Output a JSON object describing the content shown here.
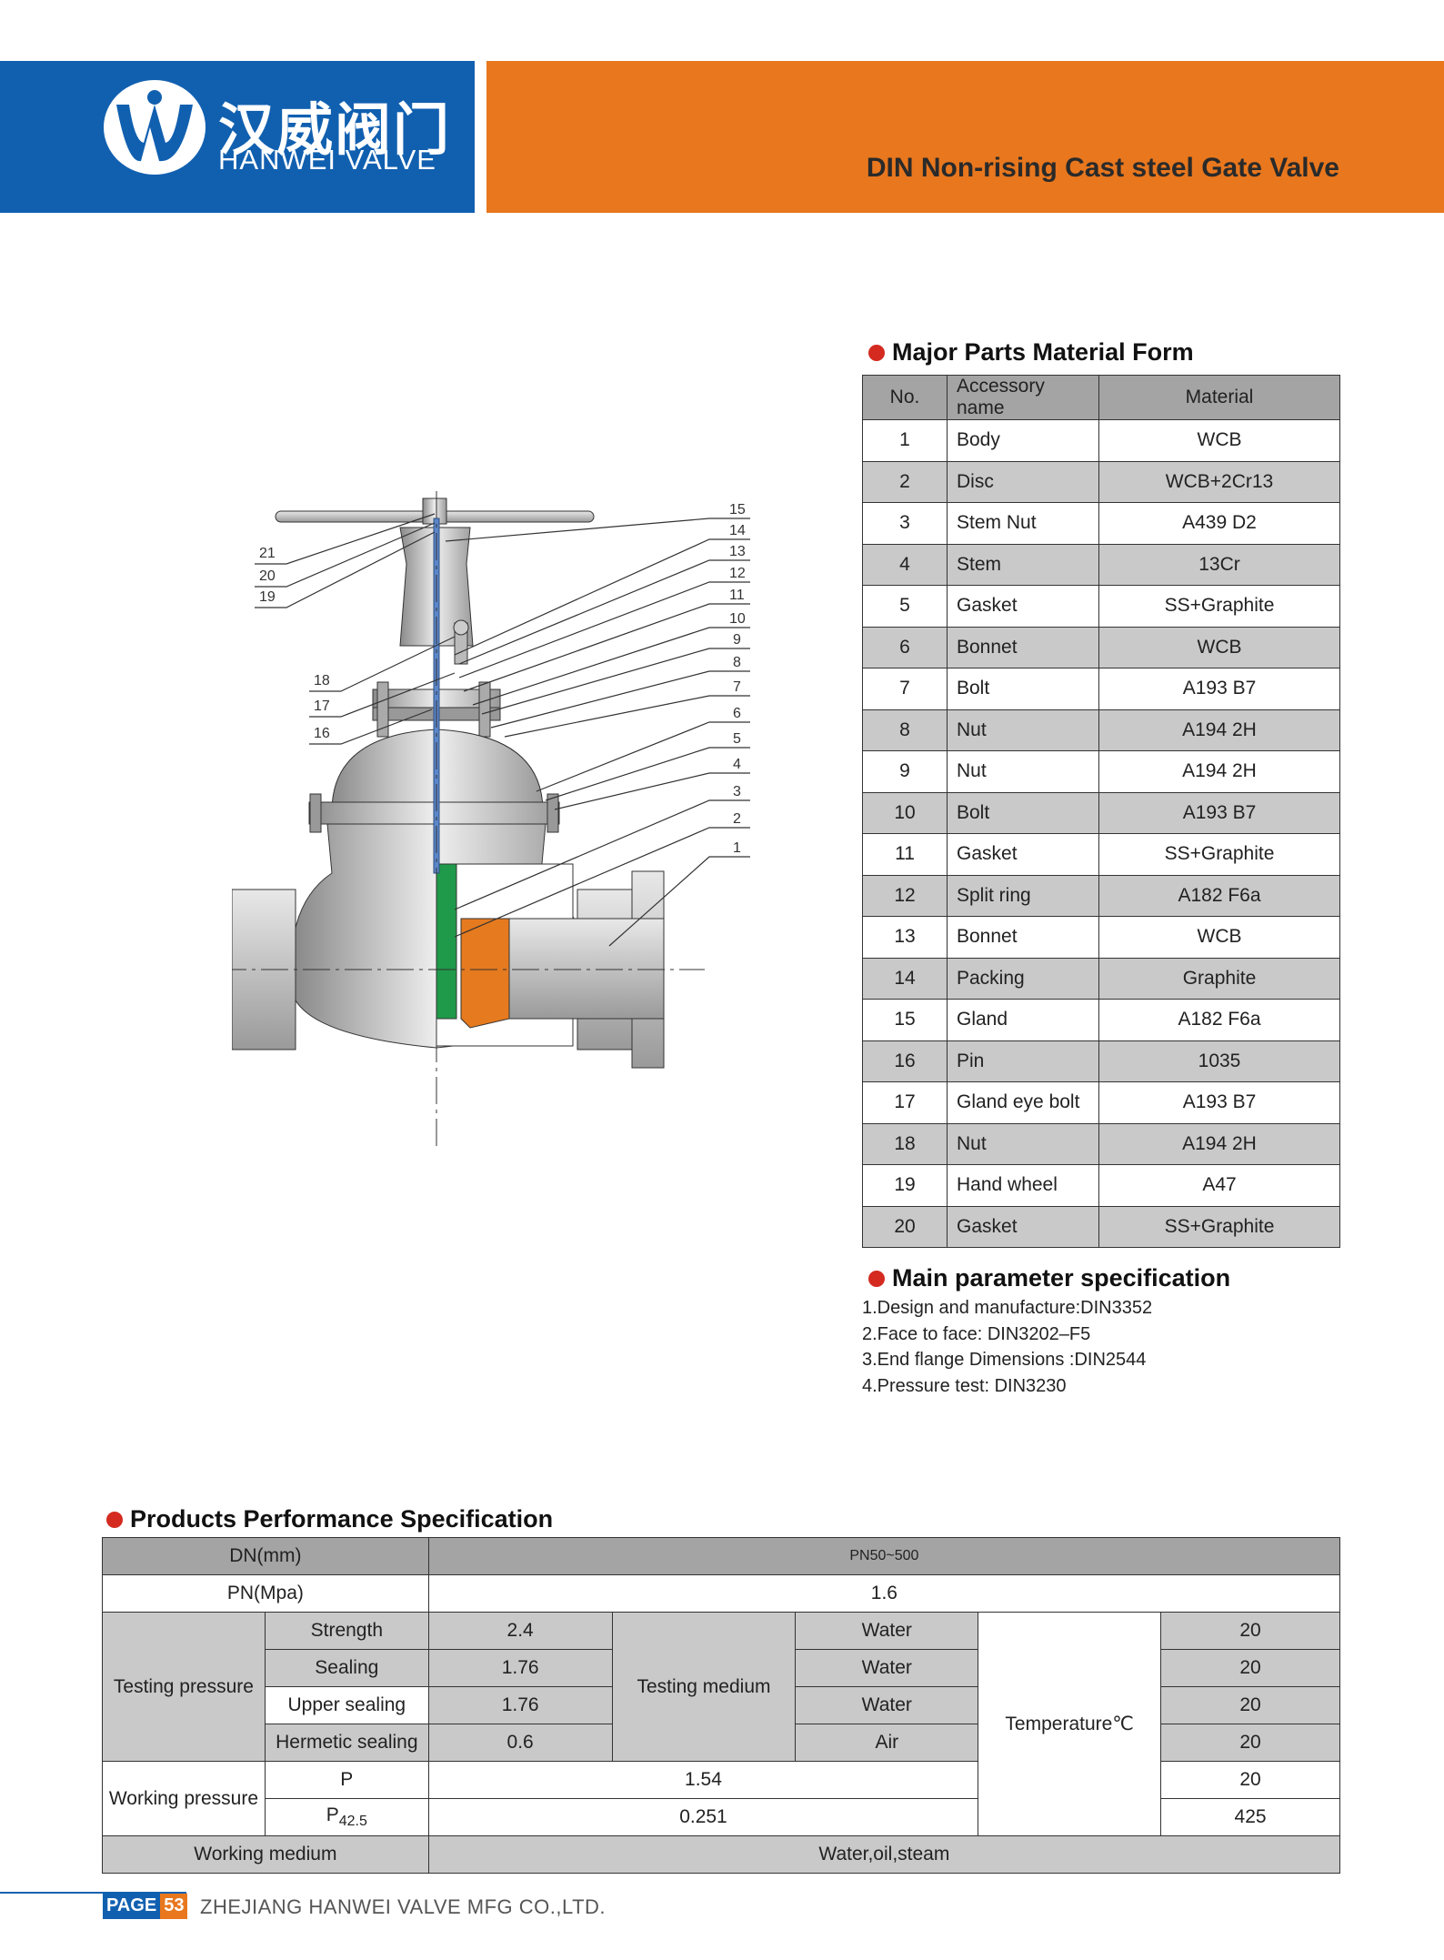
{
  "header": {
    "brand_cn": "汉威阀门",
    "brand_en": "HANWEI VALVE",
    "title": "DIN Non-rising Cast steel Gate Valve",
    "colors": {
      "blue": "#1160b0",
      "orange": "#e8771e"
    }
  },
  "drawing": {
    "left_callouts": [
      "21",
      "20",
      "19",
      "18",
      "17",
      "16"
    ],
    "right_callouts": [
      "15",
      "14",
      "13",
      "12",
      "11",
      "10",
      "9",
      "8",
      "7",
      "6",
      "5",
      "4",
      "3",
      "2",
      "1"
    ]
  },
  "parts": {
    "heading": "Major Parts Material Form",
    "headers": {
      "no": "No.",
      "name": "Accessory name",
      "material": "Material"
    },
    "rows": [
      {
        "no": "1",
        "name": "Body",
        "material": "WCB"
      },
      {
        "no": "2",
        "name": "Disc",
        "material": "WCB+2Cr13"
      },
      {
        "no": "3",
        "name": "Stem Nut",
        "material": "A439 D2"
      },
      {
        "no": "4",
        "name": "Stem",
        "material": "13Cr"
      },
      {
        "no": "5",
        "name": "Gasket",
        "material": "SS+Graphite"
      },
      {
        "no": "6",
        "name": "Bonnet",
        "material": "WCB"
      },
      {
        "no": "7",
        "name": "Bolt",
        "material": "A193 B7"
      },
      {
        "no": "8",
        "name": "Nut",
        "material": "A194 2H"
      },
      {
        "no": "9",
        "name": "Nut",
        "material": "A194 2H"
      },
      {
        "no": "10",
        "name": "Bolt",
        "material": "A193 B7"
      },
      {
        "no": "11",
        "name": "Gasket",
        "material": "SS+Graphite"
      },
      {
        "no": "12",
        "name": "Split ring",
        "material": "A182 F6a"
      },
      {
        "no": "13",
        "name": "Bonnet",
        "material": "WCB"
      },
      {
        "no": "14",
        "name": "Packing",
        "material": "Graphite"
      },
      {
        "no": "15",
        "name": "Gland",
        "material": "A182 F6a"
      },
      {
        "no": "16",
        "name": "Pin",
        "material": "1035"
      },
      {
        "no": "17",
        "name": "Gland eye bolt",
        "material": "A193 B7"
      },
      {
        "no": "18",
        "name": "Nut",
        "material": "A194 2H"
      },
      {
        "no": "19",
        "name": "Hand wheel",
        "material": "A47"
      },
      {
        "no": "20",
        "name": "Gasket",
        "material": "SS+Graphite"
      }
    ]
  },
  "params": {
    "heading": "Main parameter specification",
    "items": [
      "1.Design and manufacture:DIN3352",
      "2.Face to face: DIN3202–F5",
      "3.End flange Dimensions :DIN2544",
      "4.Pressure test: DIN3230"
    ]
  },
  "performance": {
    "heading": "Products Performance Specification",
    "dn_label": "DN(mm)",
    "dn_value": "PN50~500",
    "pn_label": "PN(Mpa)",
    "pn_value": "1.6",
    "testing_pressure_label": "Testing pressure",
    "testing_medium_label": "Testing medium",
    "temperature_label": "Temperature℃",
    "tests": [
      {
        "name": "Strength",
        "value": "2.4",
        "medium": "Water",
        "temp": "20"
      },
      {
        "name": "Sealing",
        "value": "1.76",
        "medium": "Water",
        "temp": "20"
      },
      {
        "name": "Upper sealing",
        "value": "1.76",
        "medium": "Water",
        "temp": "20"
      },
      {
        "name": "Hermetic sealing",
        "value": "0.6",
        "medium": "Air",
        "temp": "20"
      }
    ],
    "working_pressure_label": "Working pressure",
    "working": [
      {
        "name": "P",
        "sub": "",
        "value": "1.54",
        "temp": "20"
      },
      {
        "name": "P",
        "sub": "42.5",
        "value": "0.251",
        "temp": "425"
      }
    ],
    "working_medium_label": "Working medium",
    "working_medium_value": "Water,oil,steam"
  },
  "footer": {
    "page_label": "PAGE",
    "page_number": "53",
    "company": "ZHEJIANG HANWEI VALVE MFG CO.,LTD."
  }
}
